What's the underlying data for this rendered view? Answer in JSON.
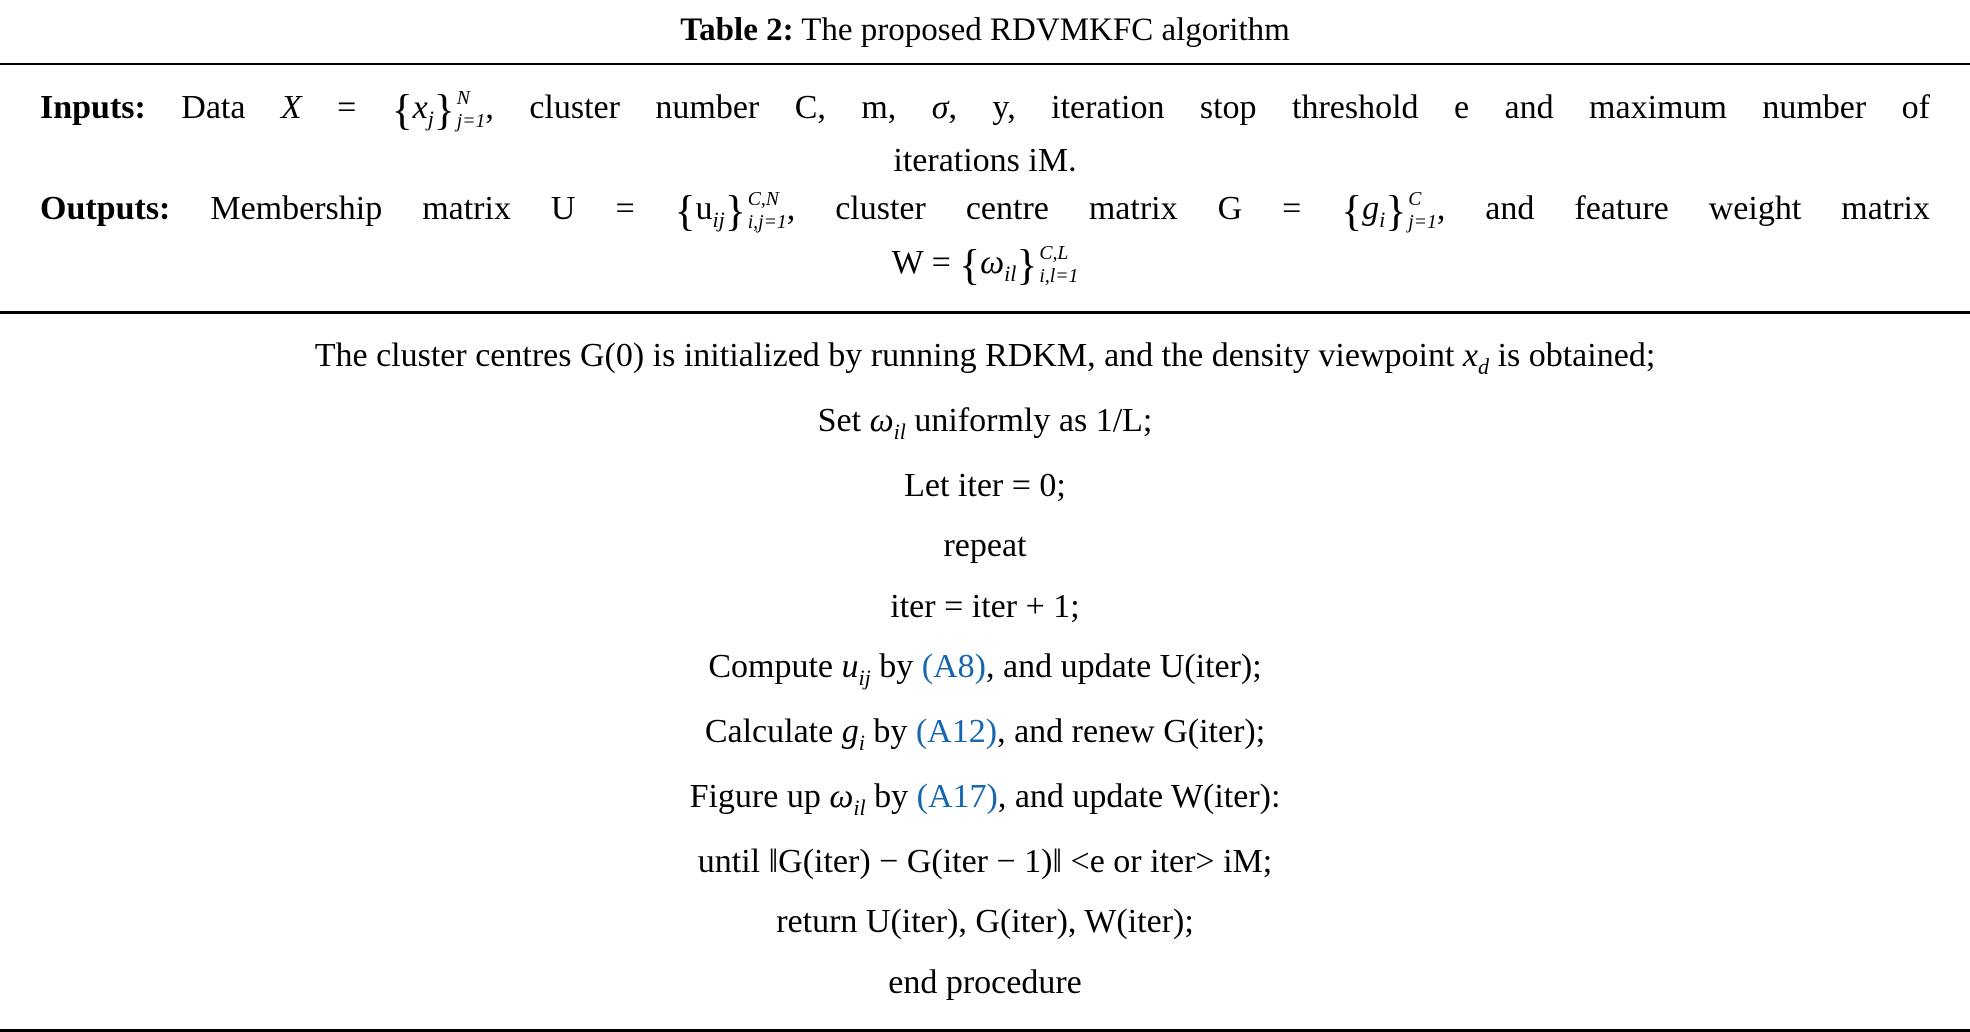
{
  "colors": {
    "ref": "#1767b0"
  },
  "title": {
    "label": "Table 2:",
    "rest": " The proposed RDVMKFC algorithm"
  },
  "math": {
    "xset": {
      "open": "{",
      "base": "x",
      "base_sub": "j",
      "close": "}",
      "sup": "N",
      "sub": "j=1"
    },
    "uset": {
      "open": "{",
      "base": "u",
      "base_sub": "ij",
      "close": "}",
      "sup": "C,N",
      "sub": "i,j=1"
    },
    "gset": {
      "open": "{",
      "base": "g",
      "base_sub": "i",
      "close": "}",
      "sup": "C",
      "sub": "j=1"
    },
    "wset": {
      "open": "{",
      "base": "ω",
      "base_sub": "il",
      "close": "}",
      "sup": "C,L",
      "sub": "i,l=1"
    }
  },
  "inputs": {
    "label": "Inputs:",
    "r1": " Data ",
    "var_x": "X",
    "r2": " = ",
    "r3": ", cluster number C, m, ",
    "var_sigma": "σ",
    "r4": ", y, iteration stop threshold e and maximum number of",
    "line2": "iterations iM."
  },
  "outputs": {
    "label": "Outputs:",
    "r1": " Membership matrix U = ",
    "r2": ", cluster centre matrix G = ",
    "r3": ", and feature weight matrix",
    "line2_pre": "W = "
  },
  "body": {
    "lines": [
      {
        "pre": "The cluster centres G(0) is initialized by running RDKM, and the density viewpoint ",
        "var": "x",
        "var_sub": "d",
        "post": " is obtained;"
      },
      {
        "pre": "Set ",
        "var": "ω",
        "var_sub": "il",
        "post": " uniformly as 1/L;"
      },
      {
        "text": "Let iter = 0;"
      },
      {
        "text": "repeat"
      },
      {
        "text": "iter = iter + 1;"
      },
      {
        "pre": "Compute ",
        "var": "u",
        "var_sub": "ij",
        "mid": " by ",
        "ref": "(A8)",
        "post": ", and update U(iter);"
      },
      {
        "pre": "Calculate ",
        "var": "g",
        "var_sub": "i",
        "mid": " by ",
        "ref": "(A12)",
        "post": ", and renew G(iter);"
      },
      {
        "pre": "Figure up ",
        "var": "ω",
        "var_sub": "il",
        "mid": " by ",
        "ref": "(A17)",
        "post": ", and update W(iter):"
      },
      {
        "text": "until ‖G(iter) − G(iter − 1)‖ <e or iter> iM;"
      },
      {
        "text": "return U(iter), G(iter), W(iter);"
      },
      {
        "text": "end procedure"
      }
    ]
  }
}
